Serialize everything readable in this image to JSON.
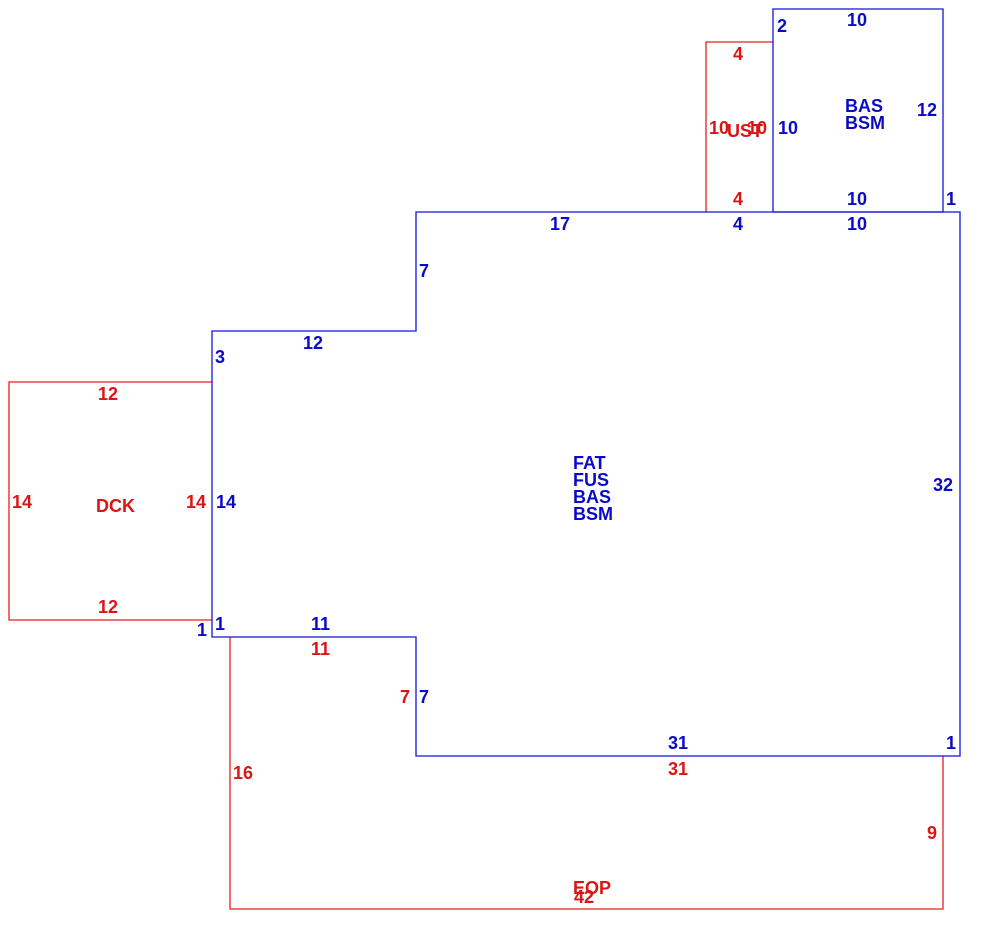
{
  "colors": {
    "main_line": "#1414dc",
    "main_text": "#0a0ac8",
    "addition_line": "#e61e1e",
    "addition_text": "#dc1414",
    "background": "#ffffff"
  },
  "areas": {
    "main": {
      "codes": [
        "FAT",
        "FUS",
        "BAS",
        "BSM"
      ]
    },
    "bas_bsm": {
      "codes": [
        "BAS",
        "BSM"
      ]
    },
    "ust": {
      "code": "UST"
    },
    "dck": {
      "code": "DCK"
    },
    "eop": {
      "code": "EOP"
    }
  },
  "dims": {
    "main_top_right": "17",
    "main_top_step": "7",
    "main_mid_top": "12",
    "main_left_small": "3",
    "main_left": "14",
    "main_bottom_small": "1",
    "main_bottom_left": "11",
    "main_bottom_step": "7",
    "main_bottom": "31",
    "main_right": "32",
    "main_right_bottom": "1",
    "main_top_under_ust": "4",
    "main_top_under_bas": "10",
    "bas_top": "10",
    "bas_top_small": "2",
    "bas_left": "10",
    "bas_right": "12",
    "bas_bottom": "10",
    "bas_right_small": "1",
    "ust_top": "4",
    "ust_left": "10",
    "ust_right": "10",
    "ust_bottom": "4",
    "dck_top": "12",
    "dck_left": "14",
    "dck_right": "14",
    "dck_bottom": "12",
    "dck_corner": "1",
    "eop_top": "11",
    "eop_step": "7",
    "eop_top_right": "31",
    "eop_left": "16",
    "eop_right": "9",
    "eop_bottom": "42"
  }
}
